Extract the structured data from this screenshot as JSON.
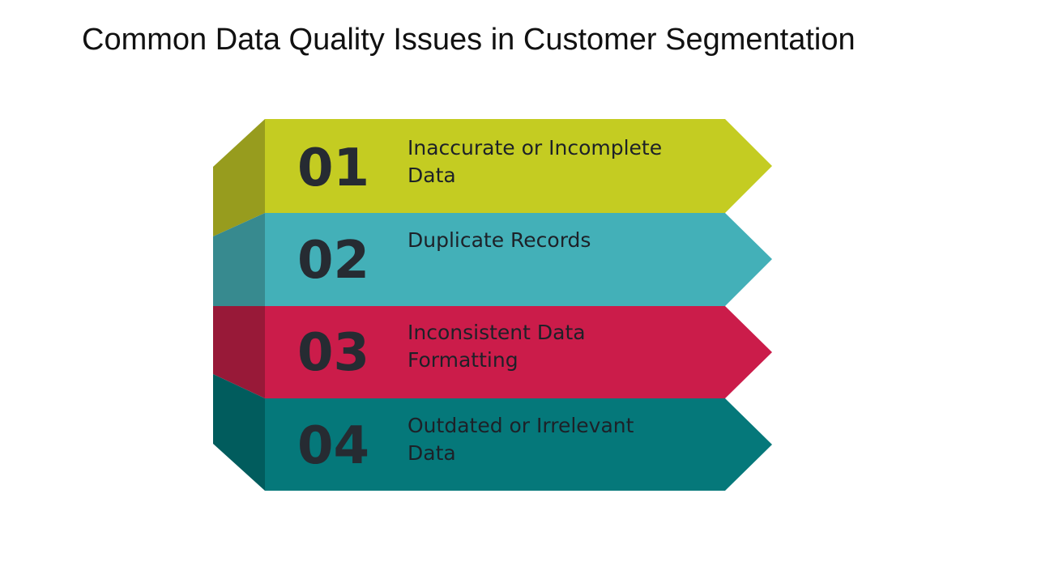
{
  "title": "Common Data Quality Issues in Customer Segmentation",
  "colors": {
    "band_1_front": "#c4cc22",
    "band_1_side": "#979c1e",
    "band_2_front": "#43b0b8",
    "band_2_side": "#378a8f",
    "band_3_front": "#cb1c4a",
    "band_3_side": "#981938",
    "band_4_front": "#05787a",
    "band_4_side": "#015c5d",
    "text": "#262b32"
  },
  "steps": [
    {
      "number": "01",
      "label_lines": [
        "Inaccurate or Incomplete",
        "Data"
      ]
    },
    {
      "number": "02",
      "label_lines": [
        "Duplicate Records"
      ]
    },
    {
      "number": "03",
      "label_lines": [
        "Inconsistent Data",
        "Formatting"
      ]
    },
    {
      "number": "04",
      "label_lines": [
        "Outdated or Irrelevant",
        "Data"
      ]
    }
  ]
}
